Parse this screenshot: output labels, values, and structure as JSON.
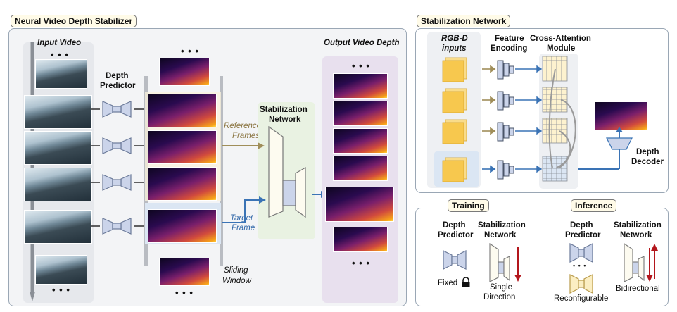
{
  "left_panel": {
    "title": "Neural Video Depth Stabilizer",
    "input_video": "Input Video",
    "depth_predictor": [
      "Depth",
      "Predictor"
    ],
    "output_video_depth": "Output Video Depth",
    "stabilization_network": [
      "Stabilization",
      "Network"
    ],
    "reference_frames": [
      "Reference",
      "Frames"
    ],
    "target_frame": [
      "Target",
      "Frame"
    ],
    "sliding_window": [
      "Sliding",
      "Window"
    ],
    "ellipsis": "• • •"
  },
  "right_top": {
    "title": "Stabilization Network",
    "rgbd_inputs": [
      "RGB-D",
      "inputs"
    ],
    "feature_encoding": [
      "Feature",
      "Encoding"
    ],
    "cross_attention": [
      "Cross-Attention",
      "Module"
    ],
    "depth_decoder": [
      "Depth",
      "Decoder"
    ]
  },
  "right_bottom": {
    "training": "Training",
    "inference": "Inference",
    "depth_predictor": [
      "Depth",
      "Predictor"
    ],
    "stabilization_network": [
      "Stabilization",
      "Network"
    ],
    "fixed": "Fixed",
    "single_direction": [
      "Single",
      "Direction"
    ],
    "reconfigurable": "Reconfigurable",
    "bidirectional": "Bidirectional",
    "ellipsis": "• • •"
  },
  "colors": {
    "panel_bg": "#f3f4f6",
    "reference_arrow": "#a08e5a",
    "target_arrow": "#3a73b5",
    "red_arrow": "#b3161c",
    "network_bg": "#e9f2e2",
    "output_bg": "#e8e0ee",
    "input_square": "#f7c84e",
    "encoder_fill": "#cbd4ea"
  },
  "icons": [
    "lock-icon",
    "encoder-icon",
    "decoder-icon",
    "grid-icon"
  ]
}
